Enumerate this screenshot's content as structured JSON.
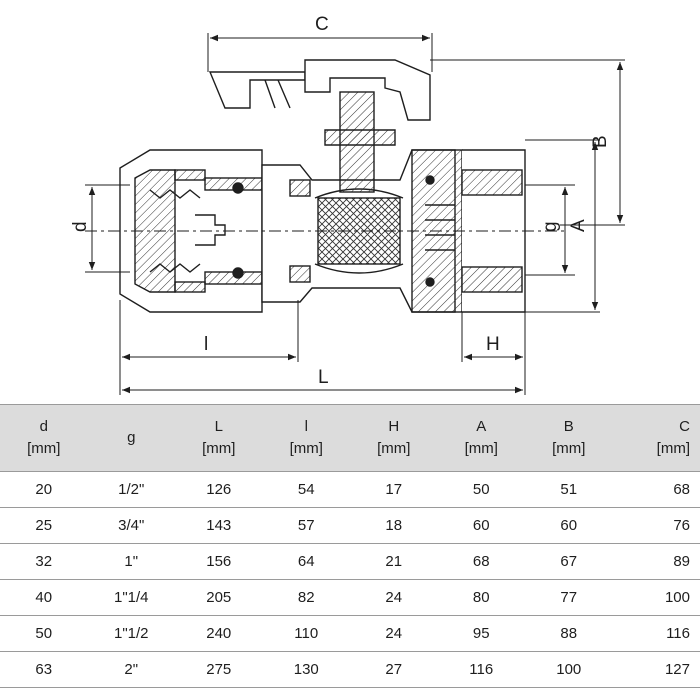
{
  "drawing": {
    "dimension_labels": {
      "C": "C",
      "B": "B",
      "d": "d",
      "g": "g",
      "A": "A",
      "l": "l",
      "H": "H",
      "L": "L"
    }
  },
  "table": {
    "headers": [
      {
        "symbol": "d",
        "unit": "[mm]"
      },
      {
        "symbol": "g",
        "unit": ""
      },
      {
        "symbol": "L",
        "unit": "[mm]"
      },
      {
        "symbol": "l",
        "unit": "[mm]"
      },
      {
        "symbol": "H",
        "unit": "[mm]"
      },
      {
        "symbol": "A",
        "unit": "[mm]"
      },
      {
        "symbol": "B",
        "unit": "[mm]"
      },
      {
        "symbol": "C",
        "unit": "[mm]"
      }
    ],
    "rows": [
      [
        "20",
        "1/2\"",
        "126",
        "54",
        "17",
        "50",
        "51",
        "68"
      ],
      [
        "25",
        "3/4\"",
        "143",
        "57",
        "18",
        "60",
        "60",
        "76"
      ],
      [
        "32",
        "1\"",
        "156",
        "64",
        "21",
        "68",
        "67",
        "89"
      ],
      [
        "40",
        "1\"1/4",
        "205",
        "82",
        "24",
        "80",
        "77",
        "100"
      ],
      [
        "50",
        "1\"1/2",
        "240",
        "110",
        "24",
        "95",
        "88",
        "116"
      ],
      [
        "63",
        "2\"",
        "275",
        "130",
        "27",
        "116",
        "100",
        "127"
      ]
    ]
  }
}
